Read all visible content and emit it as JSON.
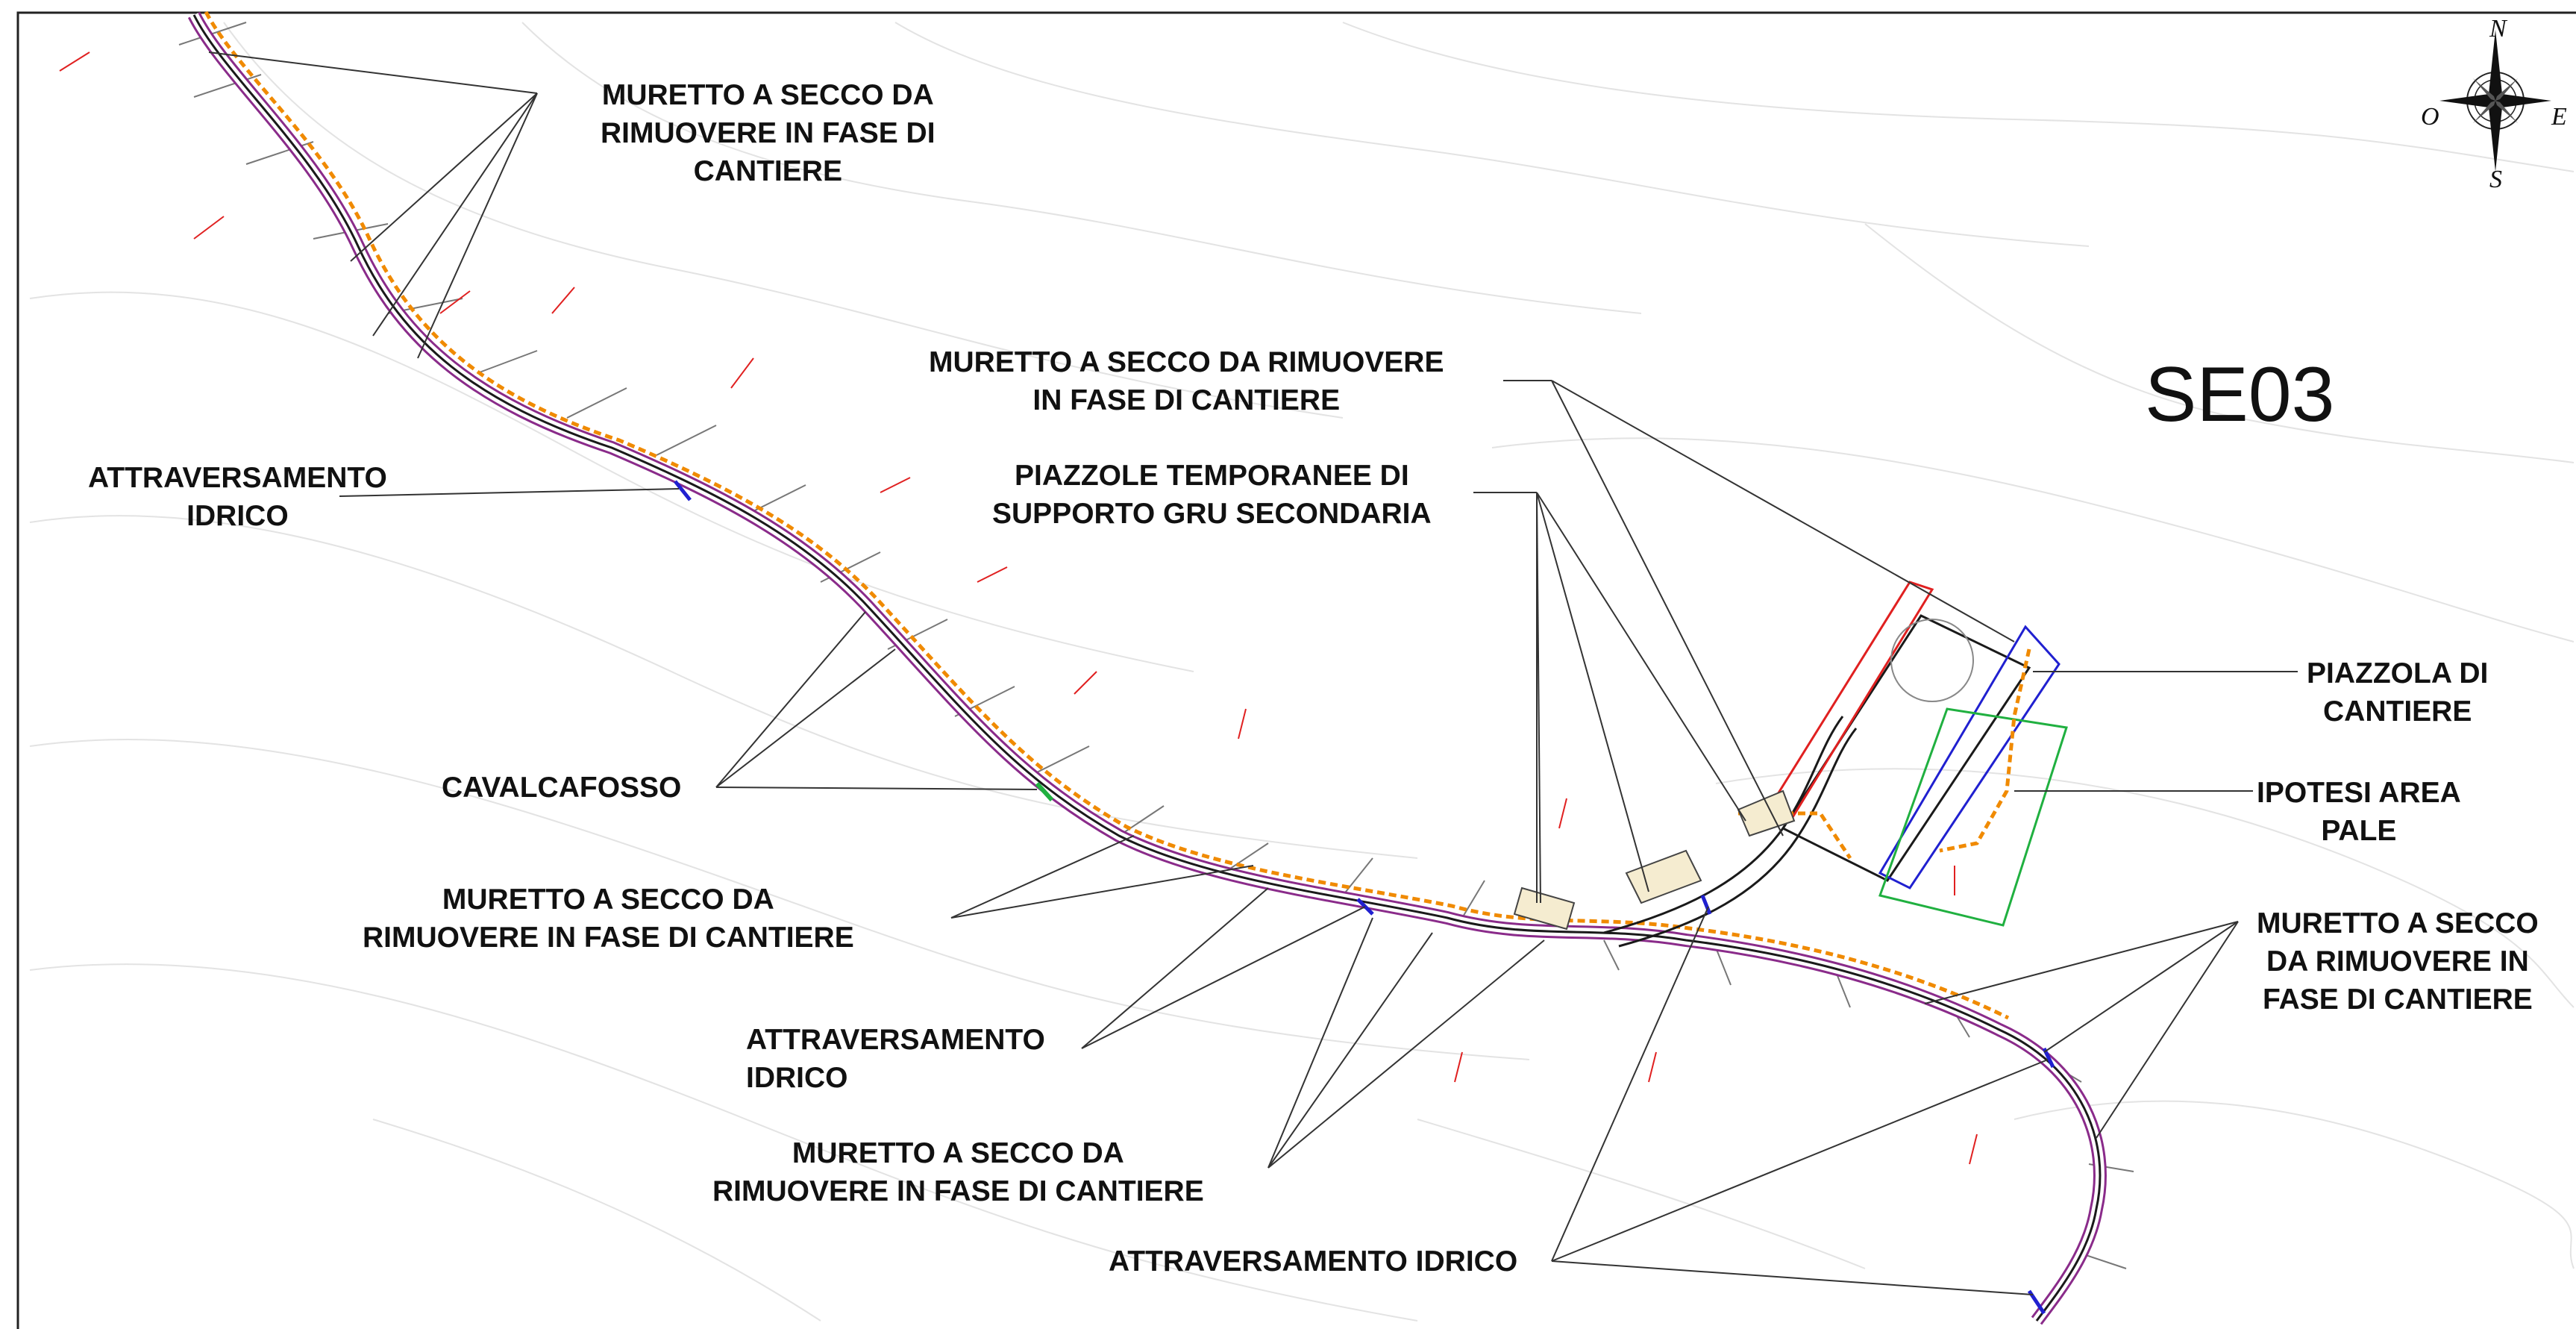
{
  "sheet": {
    "code": "SE03"
  },
  "compass": {
    "north": "N",
    "south": "S",
    "east": "E",
    "west": "O"
  },
  "labels": {
    "muretto_top": "MURETTO A SECCO DA\nRIMUOVERE IN FASE DI\nCANTIERE",
    "attraversamento_left": "ATTRAVERSAMENTO\nIDRICO",
    "cavalcafosso": "CAVALCAFOSSO",
    "muretto_mid_left": "MURETTO A SECCO DA\nRIMUOVERE IN FASE DI CANTIERE",
    "attraversamento_mid": "ATTRAVERSAMENTO\nIDRICO",
    "muretto_bottom": "MURETTO A SECCO DA\nRIMUOVERE IN FASE DI CANTIERE",
    "attraversamento_bottom": "ATTRAVERSAMENTO IDRICO",
    "muretto_center": "MURETTO A SECCO DA RIMUOVERE\nIN FASE DI CANTIERE",
    "piazzole": "PIAZZOLE TEMPORANEE DI\nSUPPORTO GRU SECONDARIA",
    "piazzola_cantiere": "PIAZZOLA DI\nCANTIERE",
    "ipotesi_area": "IPOTESI AREA\nPALE",
    "muretto_right": "MURETTO A SECCO\nDA RIMUOVERE IN\nFASE DI CANTIERE"
  },
  "colors": {
    "road": "#1a1a1a",
    "edge_orange": "#f08a00",
    "edge_purple": "#8a2b8a",
    "red": "#e02020",
    "blue": "#2020d0",
    "green": "#20b040",
    "contour": "#e3e3e3",
    "leader": "#333333"
  }
}
